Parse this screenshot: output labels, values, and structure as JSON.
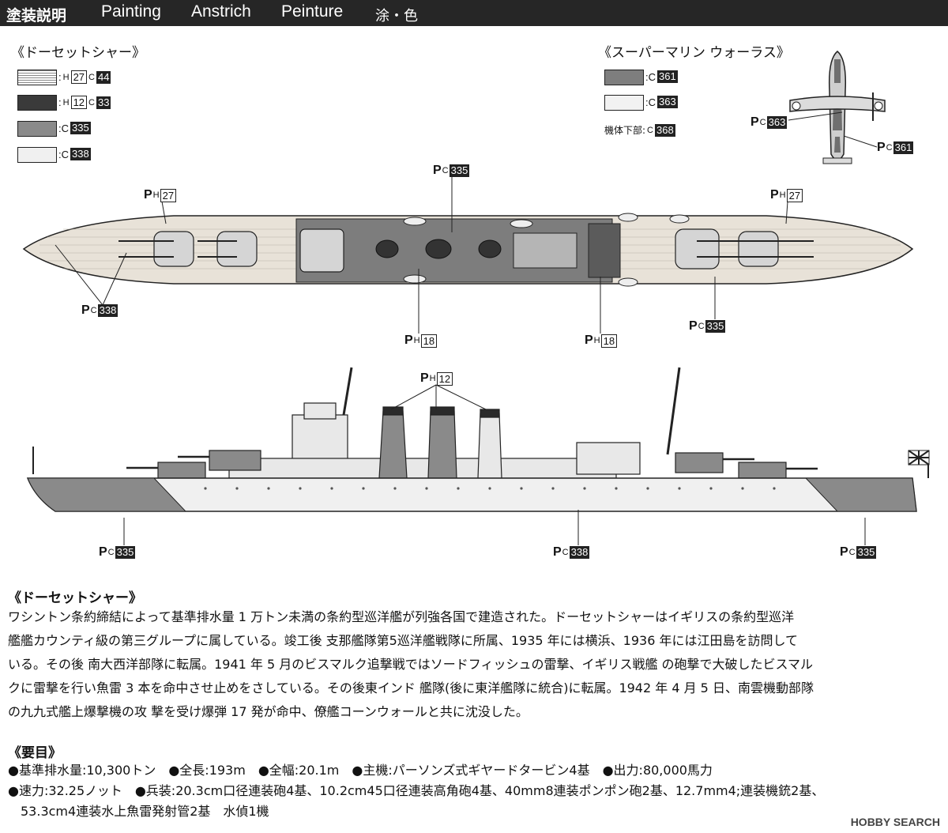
{
  "header": {
    "ja_title": "塗装説明",
    "en": "Painting",
    "de": "Anstrich",
    "fr": "Peinture",
    "cn": "涂・色"
  },
  "dorsetshire_palette": {
    "title": "《ドーセットシャー》",
    "rows": [
      {
        "h": "27",
        "c": "44"
      },
      {
        "h": "12",
        "c": "33"
      },
      {
        "c": "335"
      },
      {
        "c": "338"
      }
    ]
  },
  "walrus_palette": {
    "title": "《スーパーマリン ウォーラス》",
    "rows": [
      {
        "c": "361"
      },
      {
        "c": "363"
      }
    ],
    "underside_label": "機体下部:",
    "underside_c": "368"
  },
  "plane_callouts": {
    "left": "363",
    "right": "361"
  },
  "top_view_callouts": {
    "top_center": "335",
    "left_h": "27",
    "right_h": "27",
    "left_c": "338",
    "mid_h_left": "18",
    "mid_h_right": "18",
    "right_c": "335"
  },
  "side_view_callouts": {
    "funnels_h": "12",
    "bow_c": "335",
    "mid_c": "338",
    "stern_c": "335"
  },
  "labels": {
    "p": "P",
    "h": "H",
    "c": "C",
    "colon": ":",
    "c_only": ":C"
  },
  "description": {
    "title": "《ドーセットシャー》",
    "paragraphs": [
      "ワシントン条約締結によって基準排水量 1 万トン未満の条約型巡洋艦が列強各国で建造された。ドーセットシャーはイギリスの条約型巡洋",
      "艦艦カウンティ級の第三グループに属している。竣工後 支那艦隊第5巡洋艦戦隊に所属、1935 年には横浜、1936 年には江田島を訪問して",
      "いる。その後 南大西洋部隊に転属。1941 年 5 月のビスマルク追撃戦ではソードフィッシュの雷撃、イギリス戦艦 の砲撃で大破したビスマル",
      "クに雷撃を行い魚雷 3 本を命中させ止めをさしている。その後東インド 艦隊(後に東洋艦隊に統合)に転属。1942 年 4 月 5 日、南雲機動部隊",
      "の九九式艦上爆撃機の攻 撃を受け爆弾 17 発が命中、僚艦コーンウォールと共に沈没した。"
    ]
  },
  "specs": {
    "title": "《要目》",
    "lines": [
      "●基準排水量:10,300トン　●全長:193m　●全幅:20.1m　●主機:パーソンズ式ギヤードタービン4基　●出力:80,000馬力",
      "●速力:32.25ノット　●兵装:20.3cm口径連装砲4基、10.2cm45口径連装高角砲4基、40mm8連装ポンポン砲2基、12.7mm4;連装機銃2基、",
      "　53.3cm4連装水上魚雷発射管2基　水偵1機"
    ]
  },
  "watermark": "HOBBY SEARCH",
  "colors": {
    "header_bg": "#262626",
    "hull_dark": "#8a8a8a",
    "hull_light": "#f0f0f0",
    "deck": "#e0d9cf"
  }
}
